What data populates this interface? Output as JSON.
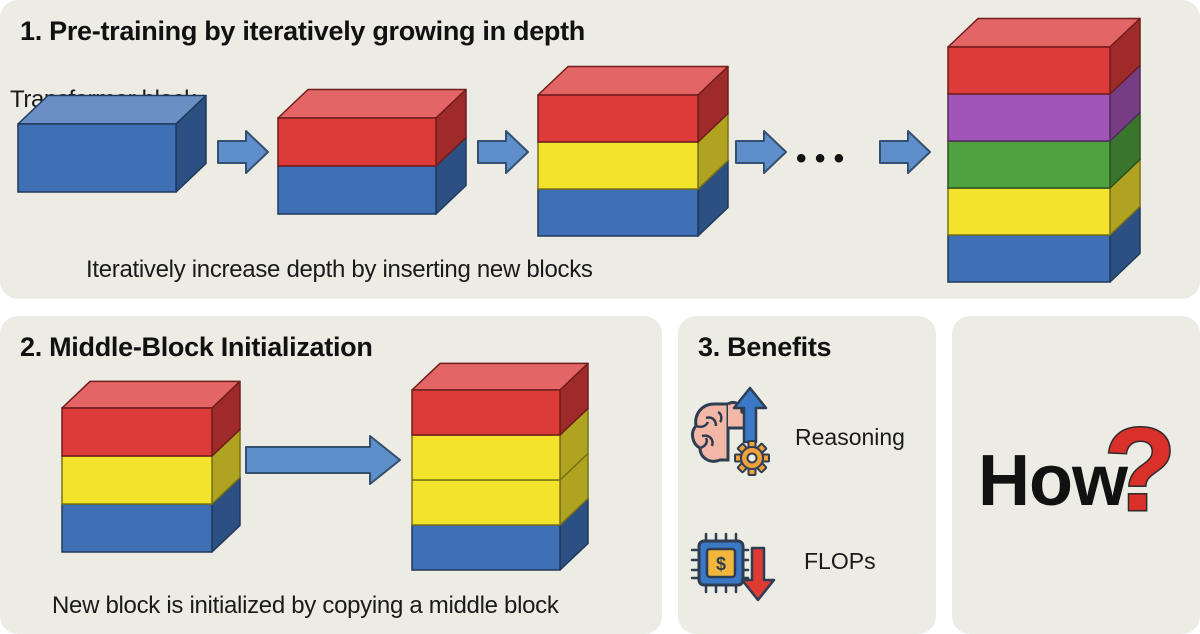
{
  "section1": {
    "title": "1. Pre-training by iteratively growing in depth",
    "block_label": "Transformer block",
    "caption": "Iteratively increase depth by inserting new blocks",
    "ellipsis": "• • •"
  },
  "section2": {
    "title": "2. Middle-Block Initialization",
    "caption": "New block is initialized by copying a middle block"
  },
  "section3": {
    "title": "3. Benefits",
    "reasoning_label": "Reasoning",
    "flops_label": "FLOPs",
    "chip_symbol": "$"
  },
  "section4": {
    "how_label": "How",
    "question_mark": "?"
  },
  "icons": {
    "brain": "brain-icon",
    "gear": "gear-icon",
    "arrow_up": "arrow-up-icon",
    "chip": "chip-icon",
    "arrow_down": "arrow-down-icon"
  },
  "colors": {
    "block_blue": "#3f6fb5",
    "block_red": "#dd3a3a",
    "block_yellow": "#f3e32d",
    "block_green": "#4fa23f",
    "block_purple": "#a155b8",
    "arrow_blue": "#5f8fcb",
    "question_red": "#d9302a",
    "panel_bg": "#ecebe4"
  }
}
